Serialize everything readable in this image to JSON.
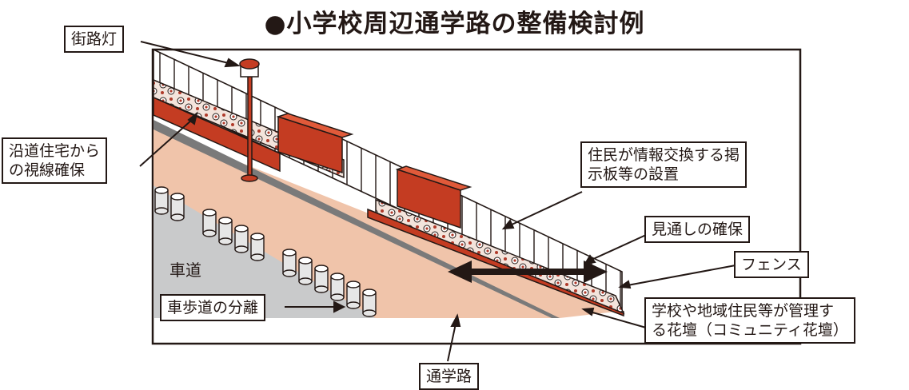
{
  "title": "●小学校周辺通学路の整備検討例",
  "labels": {
    "street_light": "街路灯",
    "visibility_line1": "沿道住宅から",
    "visibility_line2": "の視線確保",
    "bulletin_line1": "住民が情報交換する掲",
    "bulletin_line2": "示板等の設置",
    "sightline": "見通しの確保",
    "fence": "フェンス",
    "flowerbed_line1": "学校や地域住民等が管理す",
    "flowerbed_line2": "る花壇（コミュニティ花壇）",
    "roadway": "車道",
    "separation": "車歩道の分離",
    "school_route": "通学路"
  },
  "colors": {
    "sidewalk": "#f0c4aa",
    "roadway": "#c9cacb",
    "curb": "#7a7a7a",
    "planter": "#c43c22",
    "flower": "#b03a2a",
    "outline": "#231815"
  }
}
